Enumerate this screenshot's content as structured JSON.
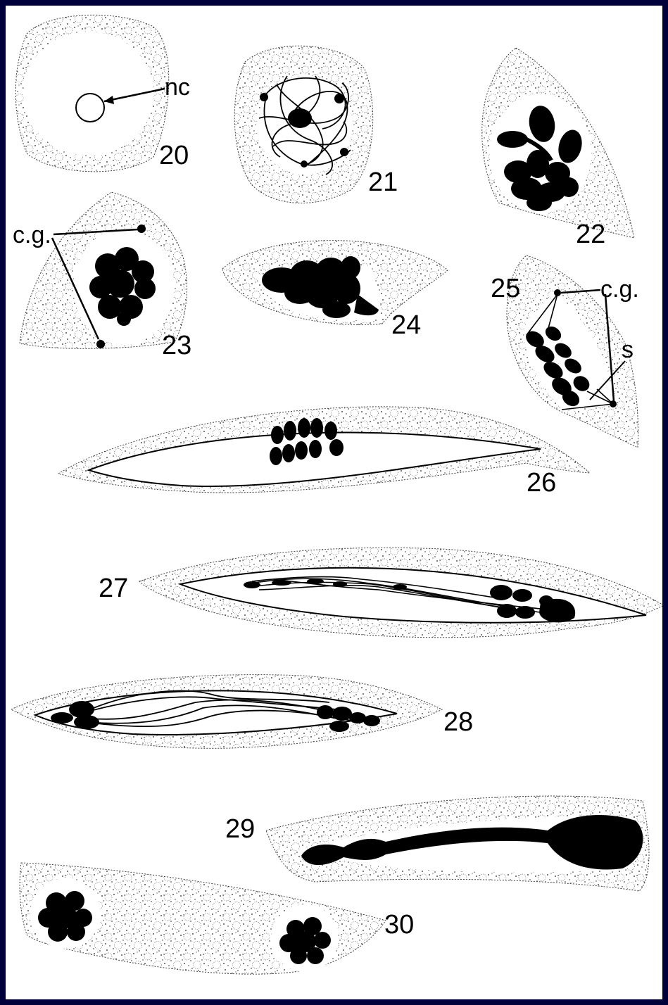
{
  "figure_numbers": [
    "20",
    "21",
    "22",
    "23",
    "24",
    "25",
    "26",
    "27",
    "28",
    "29",
    "30"
  ],
  "annotations": {
    "nucleolus": "nc",
    "centriolar_granule_a": "c.g.",
    "centriolar_granule_b": "c.g.",
    "spindle": "s"
  },
  "colors": {
    "frame": "#00003a",
    "plate": "#ffffff",
    "ink": "#000000",
    "stipple": "#2a2a2a"
  }
}
